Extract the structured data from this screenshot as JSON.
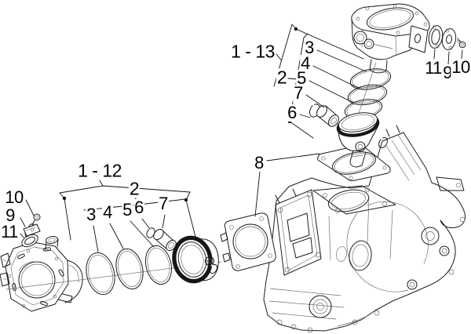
{
  "diagram_labels": {
    "front_assembly": {
      "kit": "1 - 13",
      "subassembly": "2",
      "ring_top": "3",
      "ring_second": "4",
      "ring_oil": "5",
      "circlip": "6",
      "gudgeon_pin": "7",
      "small_gasket": "11",
      "plate": "9",
      "bolt": "10"
    },
    "rear_assembly": {
      "kit": "1 - 12",
      "subassembly": "2",
      "ring_top": "3",
      "ring_second": "4",
      "ring_oil": "5",
      "circlip": "6",
      "gudgeon_pin": "7",
      "bolt": "10",
      "plate": "9",
      "small_gasket": "11"
    },
    "base_gasket": "8"
  },
  "colors": {
    "background": "#ffffff",
    "line": "#1c1c1c",
    "callout": "#101010",
    "label_text": "#000000"
  }
}
